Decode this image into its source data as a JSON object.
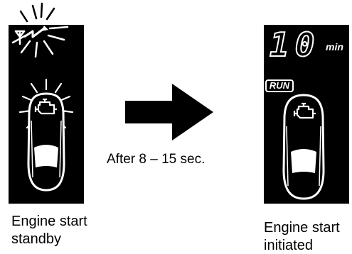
{
  "left_panel": {
    "caption_line1": "Engine start",
    "caption_line2": "standby"
  },
  "right_panel": {
    "timer_value": "10",
    "timer_unit": "min",
    "run_badge": "RUN",
    "caption_line1": "Engine start",
    "caption_line2": "initiated"
  },
  "transition": {
    "delay_label": "After 8 – 15 sec."
  },
  "icons": {
    "left": [
      "antenna-signal-icon",
      "engine-icon",
      "car-icon"
    ],
    "right": [
      "engine-icon",
      "car-icon"
    ],
    "center": [
      "arrow-right-icon"
    ]
  },
  "colors": {
    "screen_background": "#000000",
    "screen_foreground": "#ffffff",
    "arrow": "#000000"
  }
}
